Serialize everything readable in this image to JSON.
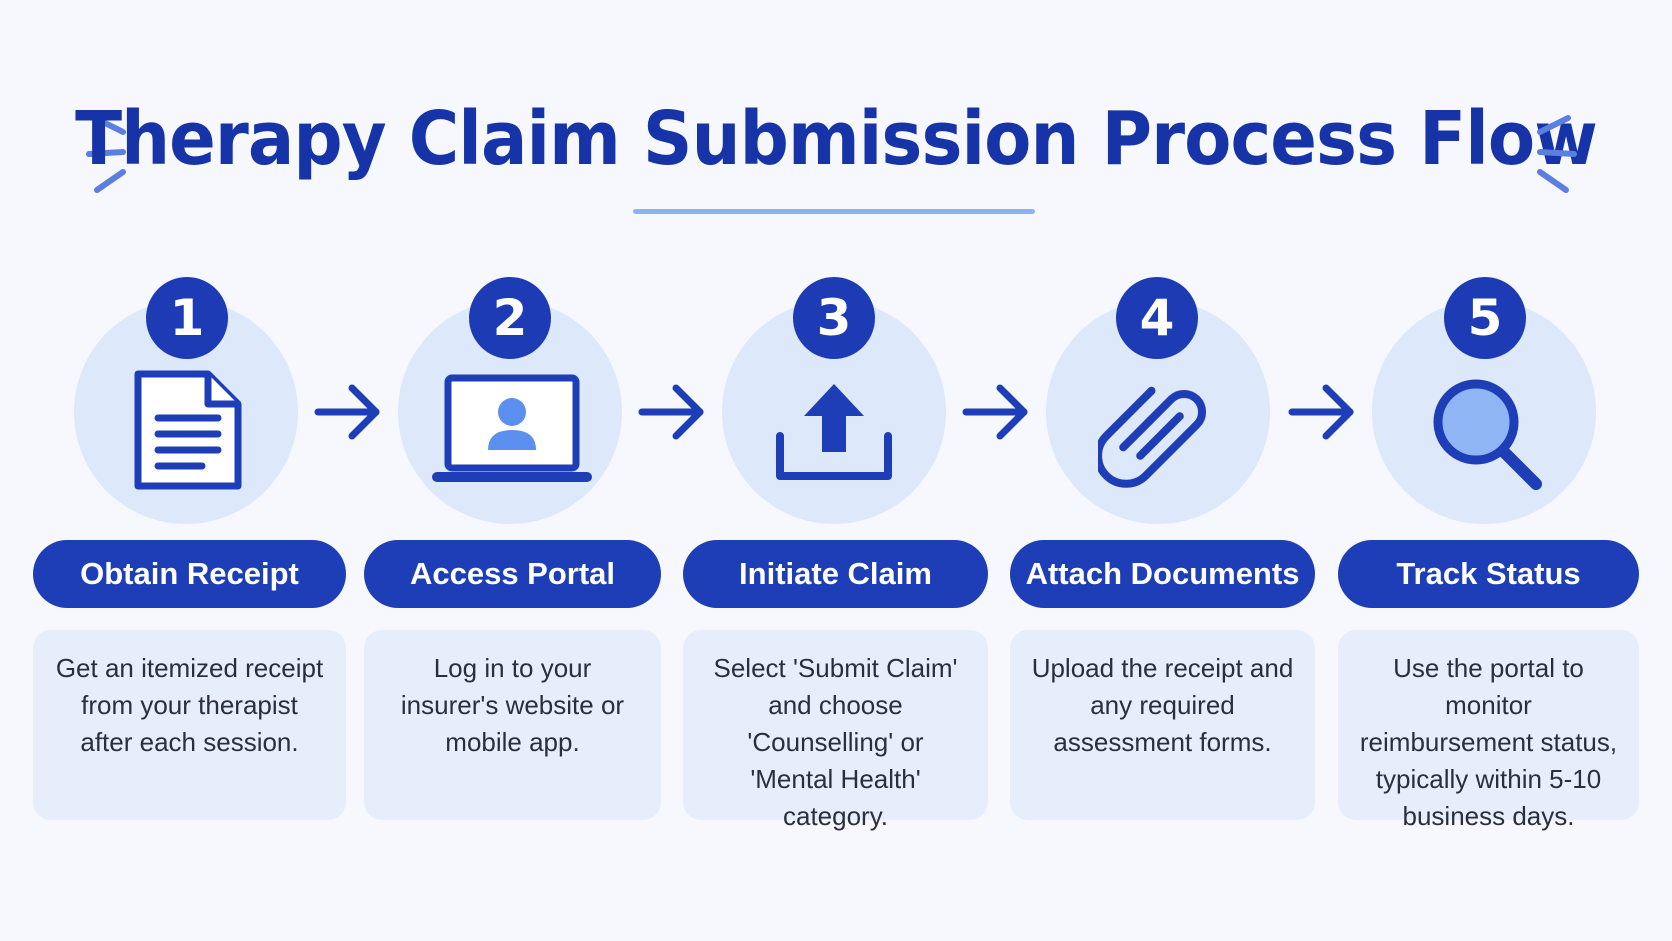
{
  "title": "Therapy Claim Submission Process Flow",
  "steps": [
    {
      "number": "1",
      "label": "Obtain Receipt",
      "description": "Get an itemized receipt from your therapist after each session.",
      "icon": "document-icon"
    },
    {
      "number": "2",
      "label": "Access Portal",
      "description": "Log in to your insurer's website or mobile app.",
      "icon": "laptop-user-icon"
    },
    {
      "number": "3",
      "label": "Initiate Claim",
      "description": "Select 'Submit Claim' and choose 'Counselling' or 'Mental Health' category.",
      "icon": "upload-icon"
    },
    {
      "number": "4",
      "label": "Attach Documents",
      "description": "Upload the receipt and any required assessment forms.",
      "icon": "paperclip-icon"
    },
    {
      "number": "5",
      "label": "Track Status",
      "description": "Use the portal to monitor reimbursement status, typically within 5-10 business days.",
      "icon": "magnifier-icon"
    }
  ],
  "colors": {
    "primary": "#1e3eb7",
    "accent_light": "#dde8fa",
    "card_bg": "#e6eefb",
    "icon_fill": "#5b8ff0"
  }
}
